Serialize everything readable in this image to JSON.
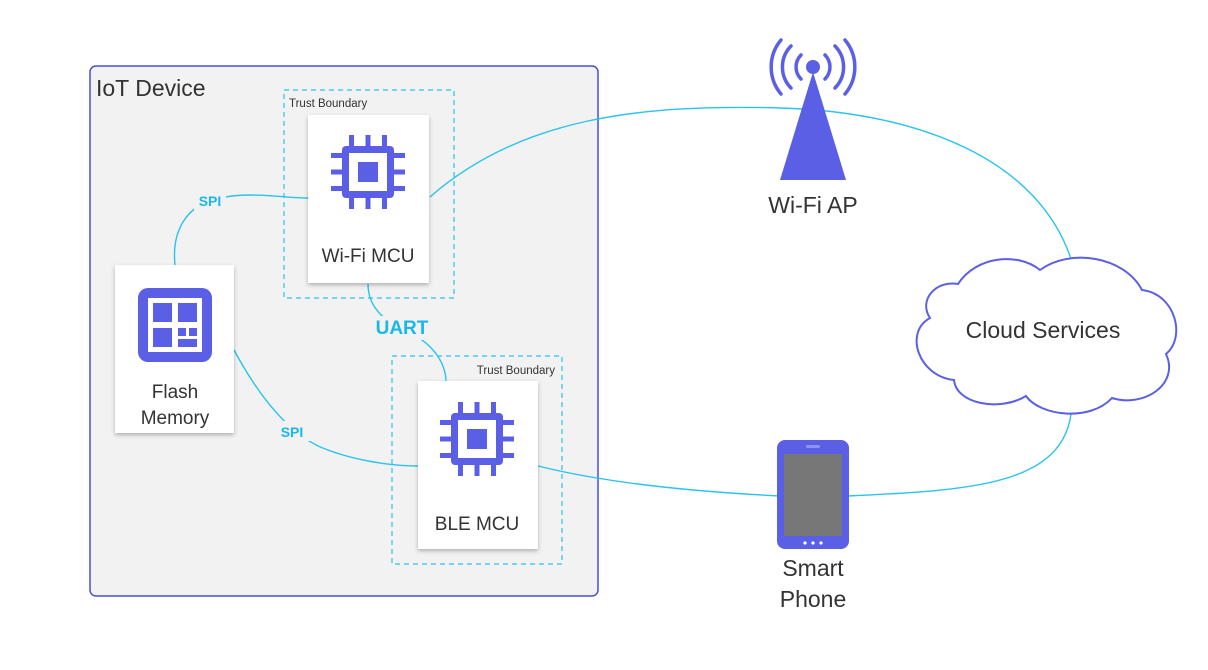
{
  "colors": {
    "accent": "#5a5fe6",
    "link": "#29c3ef",
    "link_label": "#1ab8ea",
    "device_fill": "#f2f2f2",
    "device_border": "#4a4fd8",
    "text": "#333333"
  },
  "device": {
    "title": "IoT Device"
  },
  "trust_boundaries": [
    "Trust Boundary",
    "Trust Boundary"
  ],
  "components": {
    "wifi_mcu": {
      "label": "Wi-Fi MCU",
      "icon": "chip-icon"
    },
    "ble_mcu": {
      "label": "BLE MCU",
      "icon": "chip-icon"
    },
    "flash": {
      "label_line1": "Flash",
      "label_line2": "Memory",
      "icon": "memory-grid-icon"
    }
  },
  "links": {
    "spi_top": "SPI",
    "spi_bottom": "SPI",
    "uart": "UART"
  },
  "external": {
    "wifi_ap": {
      "label": "Wi-Fi AP",
      "icon": "radio-tower-icon"
    },
    "cloud": {
      "label": "Cloud Services",
      "icon": "cloud-icon"
    },
    "phone": {
      "label_line1": "Smart",
      "label_line2": "Phone",
      "icon": "smartphone-icon"
    }
  }
}
